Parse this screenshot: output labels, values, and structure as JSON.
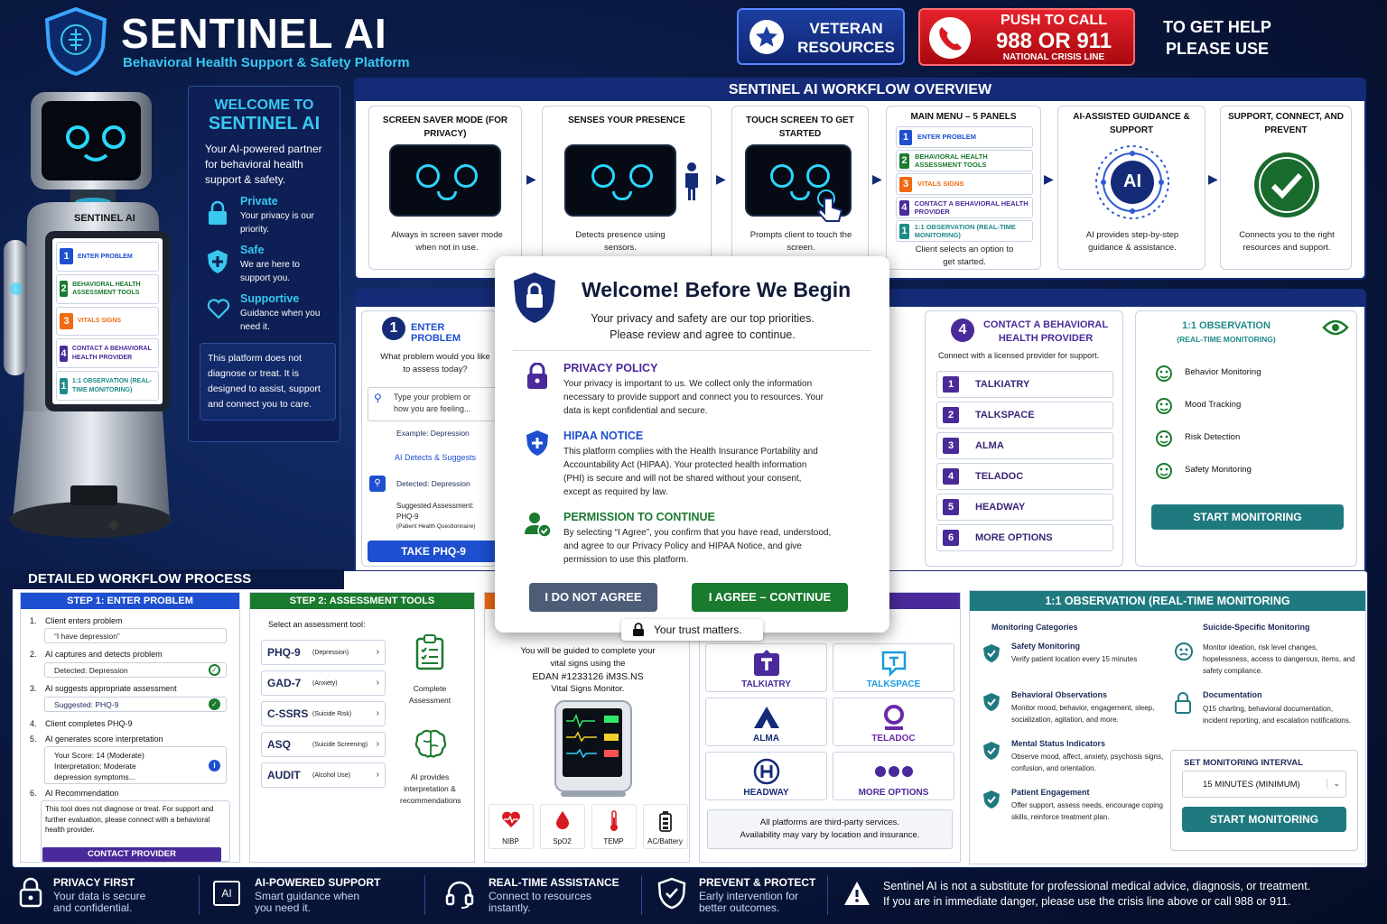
{
  "brand": {
    "title": "SENTINEL AI",
    "subtitle": "Behavioral Health Support & Safety Platform"
  },
  "header": {
    "veteran_line1": "VETERAN",
    "veteran_line2": "RESOURCES",
    "call_line1": "PUSH TO CALL",
    "call_line2": "988 OR 911",
    "call_line3": "NATIONAL CRISIS LINE",
    "help_line1": "TO GET HELP",
    "help_line2": "PLEASE USE"
  },
  "robot": {
    "label": "SENTINEL AI",
    "menu": [
      {
        "n": "1",
        "label": "ENTER PROBLEM",
        "color": "#1d4fd0"
      },
      {
        "n": "2",
        "label": "BEHAVIORAL HEALTH ASSESSMENT TOOLS",
        "color": "#1a7a2e"
      },
      {
        "n": "3",
        "label": "VITALS SIGNS",
        "color": "#f06a12"
      },
      {
        "n": "4",
        "label": "CONTACT A BEHAVIORAL HEALTH PROVIDER",
        "color": "#4a2a9a"
      },
      {
        "n": "1",
        "label": "1:1 OBSERVATION (REAL-TIME MONITORING)",
        "color": "#1f8a8a"
      }
    ]
  },
  "welcome": {
    "title1": "WELCOME TO",
    "title2": "SENTINEL AI",
    "intro": "Your AI-powered partner for behavioral health support & safety.",
    "items": [
      {
        "title": "Private",
        "text": "Your privacy is our priority."
      },
      {
        "title": "Safe",
        "text": "We are here to support you."
      },
      {
        "title": "Supportive",
        "text": "Guidance when you need it."
      }
    ],
    "note": "This platform does not diagnose or treat. It is designed to assist, support and connect you to care."
  },
  "workflow": {
    "title": "SENTINEL AI WORKFLOW OVERVIEW",
    "steps": [
      {
        "title": "SCREEN SAVER MODE (FOR PRIVACY)",
        "desc": "Always in screen saver mode when not in use."
      },
      {
        "title": "SENSES YOUR PRESENCE",
        "desc": "Detects presence using sensors."
      },
      {
        "title": "TOUCH SCREEN TO GET STARTED",
        "desc": "Prompts client to touch the screen."
      },
      {
        "title": "MAIN MENU – 5 PANELS",
        "desc": "Client selects an option to get started."
      },
      {
        "title": "AI-ASSISTED GUIDANCE & SUPPORT",
        "desc": "AI provides step-by-step guidance & assistance."
      },
      {
        "title": "SUPPORT, CONNECT, AND PREVENT",
        "desc": "Connects you to the right resources and support."
      }
    ],
    "menu": [
      {
        "n": "1",
        "label": "ENTER PROBLEM",
        "color": "#1d4fd0"
      },
      {
        "n": "2",
        "label": "BEHAVIORAL HEALTH ASSESSMENT TOOLS",
        "color": "#1a7a2e"
      },
      {
        "n": "3",
        "label": "VITALS SIGNS",
        "color": "#f06a12"
      },
      {
        "n": "4",
        "label": "CONTACT A BEHAVIORAL HEALTH PROVIDER",
        "color": "#4a2a9a"
      },
      {
        "n": "1",
        "label": "1:1 OBSERVATION (REAL-TIME MONITORING)",
        "color": "#1f8a8a"
      }
    ],
    "ai_badge": "AI"
  },
  "panel1": {
    "num": "1",
    "title": "ENTER PROBLEM",
    "question": "What problem would you like to assess today?",
    "placeholder": "Type your problem or how you are feeling...",
    "example": "Example: Depression",
    "ai_label": "AI Detects & Suggests",
    "detected": "Detected: Depression",
    "suggested": "Suggested Assessment:",
    "suggested_tool": "PHQ-9",
    "suggested_full": "(Patient Health Questionnaire)",
    "button": "TAKE PHQ-9"
  },
  "panel4": {
    "num": "4",
    "title": "CONTACT A BEHAVIORAL HEALTH PROVIDER",
    "subtitle": "Connect with a licensed provider for support.",
    "providers": [
      {
        "n": "1",
        "name": "TALKIATRY"
      },
      {
        "n": "2",
        "name": "TALKSPACE"
      },
      {
        "n": "3",
        "name": "ALMA"
      },
      {
        "n": "4",
        "name": "TELADOC"
      },
      {
        "n": "5",
        "name": "HEADWAY"
      },
      {
        "n": "6",
        "name": "MORE OPTIONS"
      }
    ]
  },
  "panel5": {
    "title1": "1:1 OBSERVATION",
    "title2": "(REAL-TIME MONITORING)",
    "items": [
      "Behavior Monitoring",
      "Mood Tracking",
      "Risk Detection",
      "Safety Monitoring"
    ],
    "button": "START MONITORING"
  },
  "modal": {
    "title": "Welcome! Before We Begin",
    "sub1": "Your privacy and safety are our top priorities.",
    "sub2": "Please review and agree to continue.",
    "sections": [
      {
        "title": "PRIVACY POLICY",
        "text": "Your privacy is important to us. We collect only the information necessary to provide support and connect you to resources. Your data is kept confidential and secure."
      },
      {
        "title": "HIPAA NOTICE",
        "text": "This platform complies with the Health Insurance Portability and Accountability Act (HIPAA). Your protected health information (PHI) is secure and will not be shared without your consent, except as required by law."
      },
      {
        "title": "PERMISSION TO CONTINUE",
        "text": "By selecting “I Agree”, you confirm that you have read, understood, and agree to our Privacy Policy and HIPAA Notice, and give permission to use this platform."
      }
    ],
    "disagree": "I DO NOT AGREE",
    "agree": "I AGREE – CONTINUE",
    "trust": "Your trust matters."
  },
  "detailed": {
    "title": "DETAILED WORKFLOW PROCESS",
    "step1": {
      "title": "STEP 1: ENTER PROBLEM",
      "l1": "Client enters problem",
      "v1": "“I have depression”",
      "l2": "AI captures and detects problem",
      "v2": "Detected: Depression",
      "l3": "AI suggests appropriate assessment",
      "v3": "Suggested: PHQ-9",
      "l4": "Client completes PHQ-9",
      "l5": "AI generates score interpretation",
      "score": "Your Score: 14 (Moderate)",
      "interp": "Interpretation: Moderate",
      "interp2": "depression symptoms...",
      "l6": "AI Recommendation",
      "rec": "This tool does not diagnose or treat. For support and further evaluation, please connect with a behavioral health provider.",
      "button": "CONTACT PROVIDER",
      "nums": [
        "1.",
        "2.",
        "3.",
        "4.",
        "5.",
        "6."
      ]
    },
    "step2": {
      "title": "STEP 2: ASSESSMENT TOOLS",
      "prompt": "Select an assessment tool:",
      "tools": [
        {
          "name": "PHQ-9",
          "desc": "(Depression)"
        },
        {
          "name": "GAD-7",
          "desc": "(Anxiety)"
        },
        {
          "name": "C-SSRS",
          "desc": "(Suicide Risk)"
        },
        {
          "name": "ASQ",
          "desc": "(Suicide Screening)"
        },
        {
          "name": "AUDIT",
          "desc": "(Alcohol Use)"
        }
      ],
      "side1": "Complete Assessment",
      "side2": "AI provides interpretation & recommendations"
    },
    "step3": {
      "l1": "You will be guided to complete your",
      "l2": "vital signs using the",
      "l3": "EDAN #1233126 iM3S.NS",
      "l4": "Vital Signs Monitor.",
      "vitals": [
        "NIBP",
        "SpO2",
        "TEMP",
        "AC/Battery"
      ]
    },
    "step4": {
      "providers": [
        "TALKIATRY",
        "TALKSPACE",
        "ALMA",
        "TELADOC",
        "HEADWAY",
        "MORE OPTIONS"
      ],
      "note1": "All platforms are third-party services.",
      "note2": "Availability may vary by location and insurance."
    },
    "step5": {
      "title": "1:1 OBSERVATION (REAL-TIME MONITORING",
      "cat_title": "Monitoring Categories",
      "cats": [
        {
          "title": "Safety Monitoring",
          "text": "Verify patient location every 15 minutes"
        },
        {
          "title": "Behavioral Observations",
          "text": "Monitor mood, behavior, engagement, sleep, socialization, agitation, and more."
        },
        {
          "title": "Mental Status Indicators",
          "text": "Observe mood, affect, anxiety, psychosis signs, confusion, and orientation."
        },
        {
          "title": "Patient Engagement",
          "text": "Offer support, assess needs, encourage coping skills, reinforce treatment plan."
        }
      ],
      "suicide_title": "Suicide-Specific Monitoring",
      "suicide_text": "Monitor ideation, risk level changes, hopelessness, access to dangerous, items, and safety compliance.",
      "doc_title": "Documentation",
      "doc_text": "Q15 charting, behavioral documentation, incident reporting, and escalation notifications.",
      "interval_label": "SET MONITORING INTERVAL",
      "interval_value": "15 MINUTES (MINIMUM)",
      "button": "START MONITORING"
    }
  },
  "footer": {
    "items": [
      {
        "title": "PRIVACY FIRST",
        "text1": "Your data is secure",
        "text2": "and confidential."
      },
      {
        "title": "AI-POWERED SUPPORT",
        "text1": "Smart guidance when",
        "text2": "you need it."
      },
      {
        "title": "REAL-TIME ASSISTANCE",
        "text1": "Connect to resources",
        "text2": "instantly."
      },
      {
        "title": "PREVENT & PROTECT",
        "text1": "Early intervention for",
        "text2": "better outcomes."
      }
    ],
    "ai_icon": "AI",
    "disclaimer1": "Sentinel AI is not a substitute for professional medical advice, diagnosis, or treatment.",
    "disclaimer2": "If you are in immediate danger, please use the crisis line above or call 988 or 911."
  },
  "colors": {
    "navy": "#152b78",
    "green": "#1a7a2e",
    "orange": "#f06a12",
    "purple": "#4a2a9a",
    "teal": "#1f8a8a",
    "red": "#d81a22",
    "cyan": "#38c8f0"
  }
}
